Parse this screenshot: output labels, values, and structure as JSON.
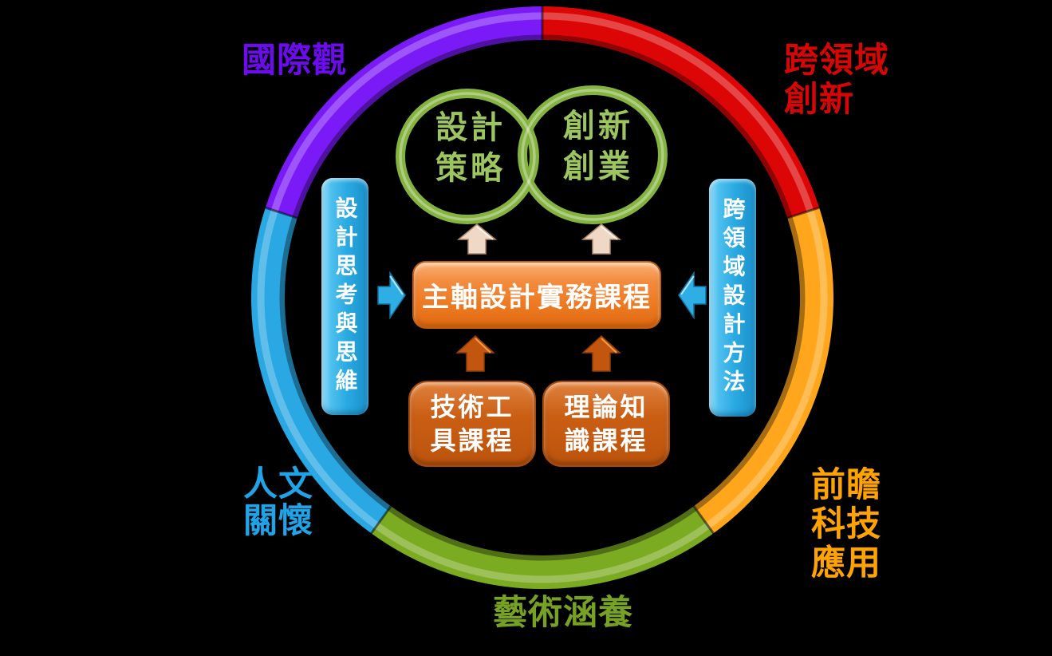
{
  "background_color": "#000000",
  "ring": {
    "segments": [
      {
        "name": "purple-top-left",
        "color": "#7A1BF7"
      },
      {
        "name": "red-top-right",
        "color": "#DC0606"
      },
      {
        "name": "orange-right",
        "color": "#FFA61C"
      },
      {
        "name": "green-bottom",
        "color": "#7BAB21"
      },
      {
        "name": "blue-left",
        "color": "#2AA8E3"
      }
    ]
  },
  "outer_labels": {
    "international": {
      "text": "國際觀",
      "color": "#6D0BEF"
    },
    "cross_domain_innovation": {
      "line1": "跨領域",
      "line2": "創新",
      "color": "#D60606"
    },
    "future_tech": {
      "line1": "前瞻",
      "line2": "科技",
      "line3": "應用",
      "color": "#FFA303"
    },
    "arts": {
      "text": "藝術涵養",
      "color": "#76A124"
    },
    "humanities": {
      "line1": "人文",
      "line2": "關懷",
      "color": "#21A3E8"
    }
  },
  "venn": {
    "ring_color": "#84B33F",
    "text_color": "#9CC45F",
    "left": {
      "line1": "設計",
      "line2": "策略"
    },
    "right": {
      "line1": "創新",
      "line2": "創業"
    }
  },
  "center_box": {
    "label": "主軸設計實務課程",
    "fill": "#EE7B24",
    "text_color": "#FFFFFF"
  },
  "course_boxes": {
    "fill": "#C2560E",
    "text_color": "#FFFFFF",
    "tools": {
      "line1": "技術工",
      "line2": "具課程"
    },
    "theory": {
      "line1": "理論知",
      "line2": "識課程"
    }
  },
  "side_pills": {
    "fill": "#29A9E2",
    "text_color": "#FFFFFF",
    "left": {
      "label": "設計思考與思維"
    },
    "right": {
      "label": "跨領域設計方法"
    }
  },
  "arrows": {
    "beige_up_color": "#EFD9C6",
    "orange_up_color": "#C2560E",
    "blue_side_color": "#2FAEE6"
  }
}
